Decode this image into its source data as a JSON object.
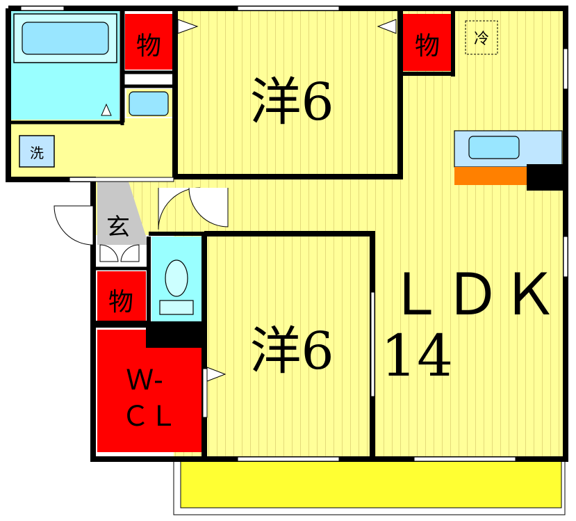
{
  "floorplan": {
    "rooms": {
      "western_upper": {
        "label": "洋6"
      },
      "western_lower": {
        "label": "洋6"
      },
      "ldk": {
        "label_line1": "ＬＤＫ",
        "label_line2": "14"
      },
      "walk_in_closet": {
        "label_line1": "Ｗ-",
        "label_line2": "ＣＬ"
      },
      "entrance": {
        "label": "玄"
      },
      "closet_top_left": {
        "label": "物"
      },
      "closet_top_right": {
        "label": "物"
      },
      "closet_entrance": {
        "label": "物"
      },
      "washer": {
        "label": "洗"
      },
      "fridge": {
        "label": "冷"
      }
    },
    "colors": {
      "floor": "#FFFF99",
      "closet": "#FF0000",
      "wet_area": "#99FFFF",
      "balcony": "#FFFF33",
      "counter": "#BFE6FF",
      "range": "#FF8000",
      "entrance": "#CCCCCC",
      "wall": "#000000"
    }
  }
}
